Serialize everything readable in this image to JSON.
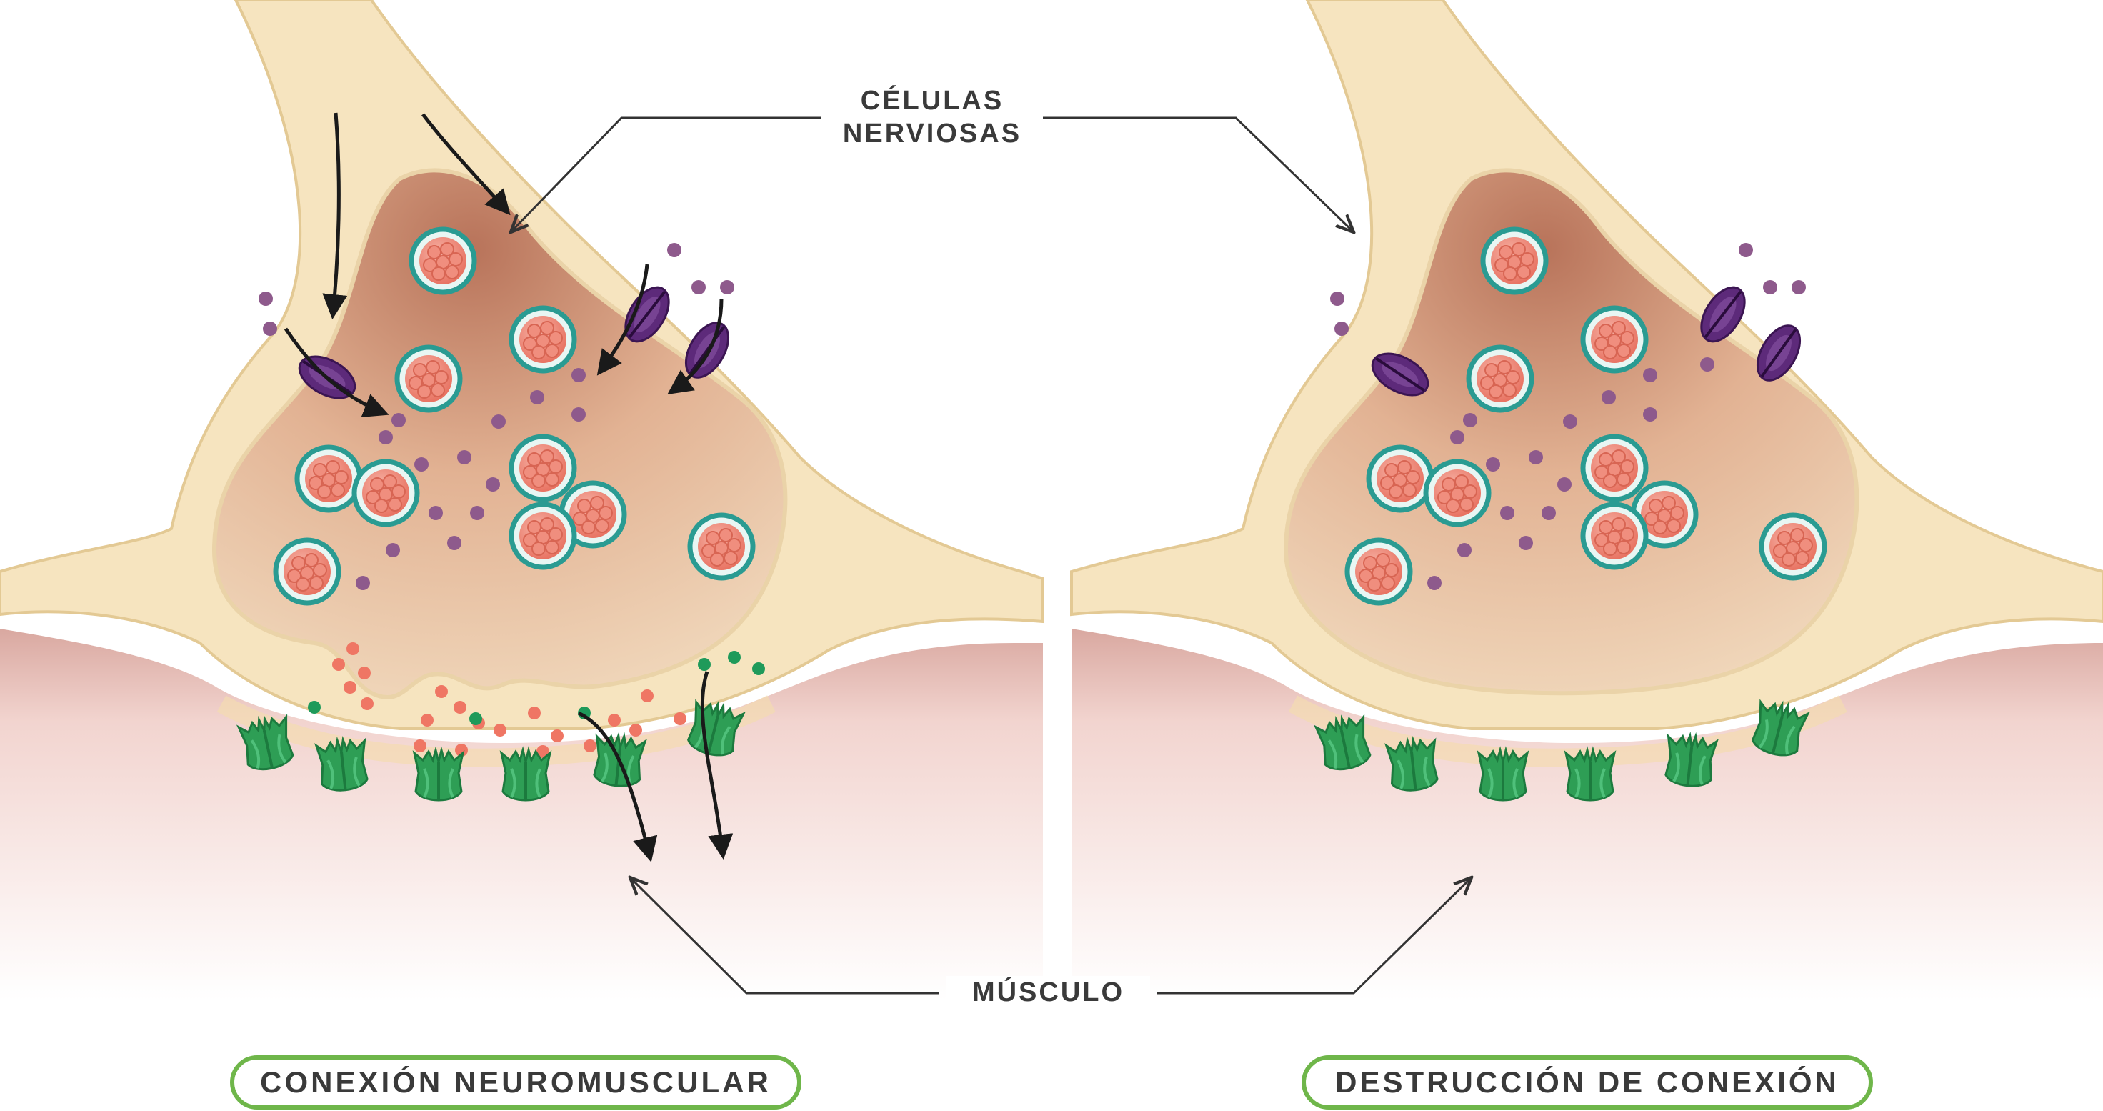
{
  "labels": {
    "nerve_cells": "CÉLULAS NERVIOSAS",
    "muscle": "MÚSCULO"
  },
  "panels": [
    {
      "title": "CONEXIÓN NEUROMUSCULAR"
    },
    {
      "title": "DESTRUCCIÓN DE CONEXIÓN"
    }
  ],
  "colors": {
    "nerve_fill": "#f6e4bf",
    "nerve_outline": "#e5cb98",
    "terminal_interior": "#e9c3a4",
    "terminal_interior_dark": "#b8735a",
    "muscle_fill": "#f3d6d2",
    "vesicle_ring": "#2fa39a",
    "vesicle_content": "#ef8a7a",
    "purple_channel": "#5d2a7a",
    "purple_dot": "#8e5a8c",
    "green_receptor": "#2e9e55",
    "green_dot": "#1f9a5a",
    "released_dot": "#ef7664",
    "arrow": "#1a1a1a",
    "pill_border_start": "#2e9e55",
    "pill_border_end": "#b7cd2c"
  }
}
